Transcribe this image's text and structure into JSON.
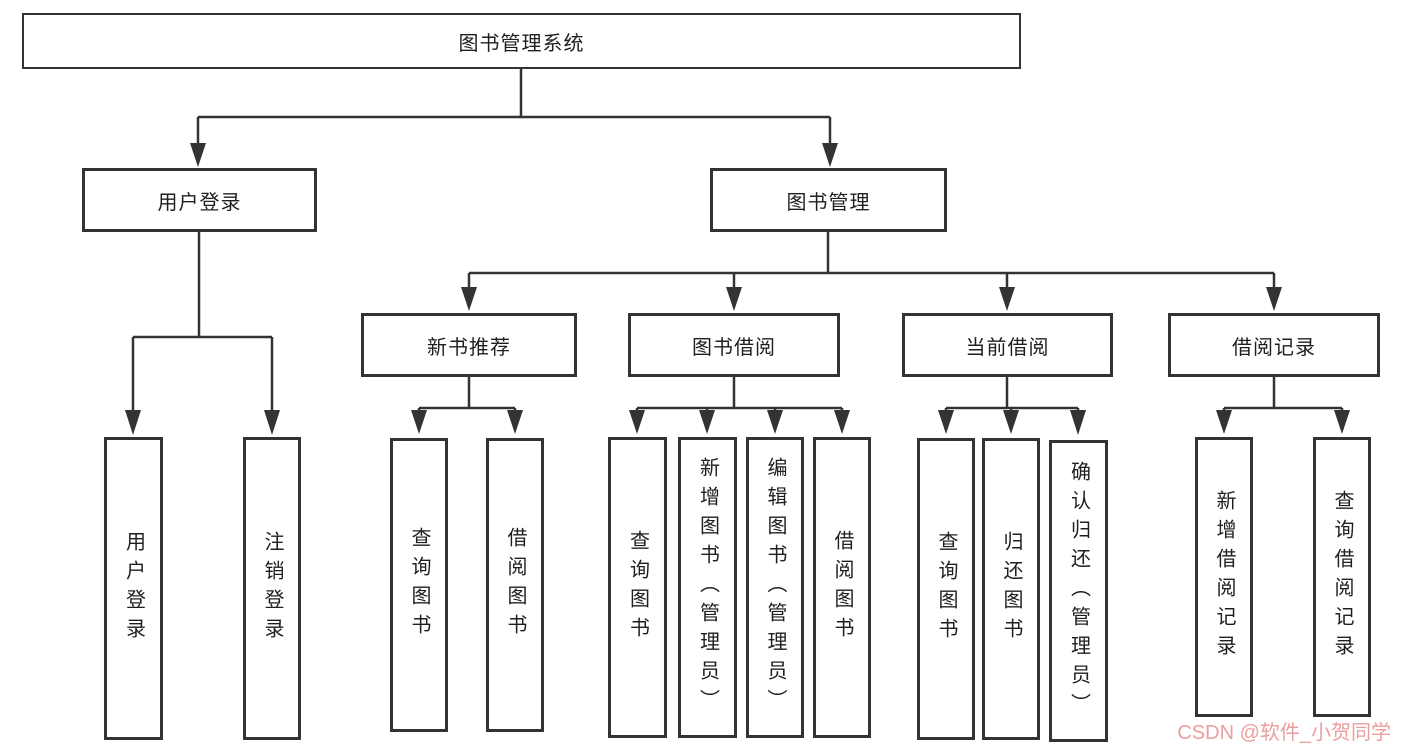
{
  "diagram": {
    "colors": {
      "line": "#333333",
      "text": "#1f1f1f",
      "background": "#ffffff"
    },
    "root": {
      "label": "图书管理系统"
    },
    "branches": [
      {
        "label": "用户登录",
        "children": [
          {
            "label": "用户登录"
          },
          {
            "label": "注销登录"
          }
        ]
      },
      {
        "label": "图书管理",
        "children": [
          {
            "label": "新书推荐",
            "children": [
              {
                "label": "查询图书"
              },
              {
                "label": "借阅图书"
              }
            ]
          },
          {
            "label": "图书借阅",
            "children": [
              {
                "label": "查询图书"
              },
              {
                "label": "新增图书（管理员）"
              },
              {
                "label": "编辑图书（管理员）"
              },
              {
                "label": "借阅图书"
              }
            ]
          },
          {
            "label": "当前借阅",
            "children": [
              {
                "label": "查询图书"
              },
              {
                "label": "归还图书"
              },
              {
                "label": "确认归还（管理员）"
              }
            ]
          },
          {
            "label": "借阅记录",
            "children": [
              {
                "label": "新增借阅记录"
              },
              {
                "label": "查询借阅记录"
              }
            ]
          }
        ]
      }
    ]
  },
  "watermark": {
    "text": "CSDN @软件_小贺同学",
    "color": "#eb9e9e"
  }
}
